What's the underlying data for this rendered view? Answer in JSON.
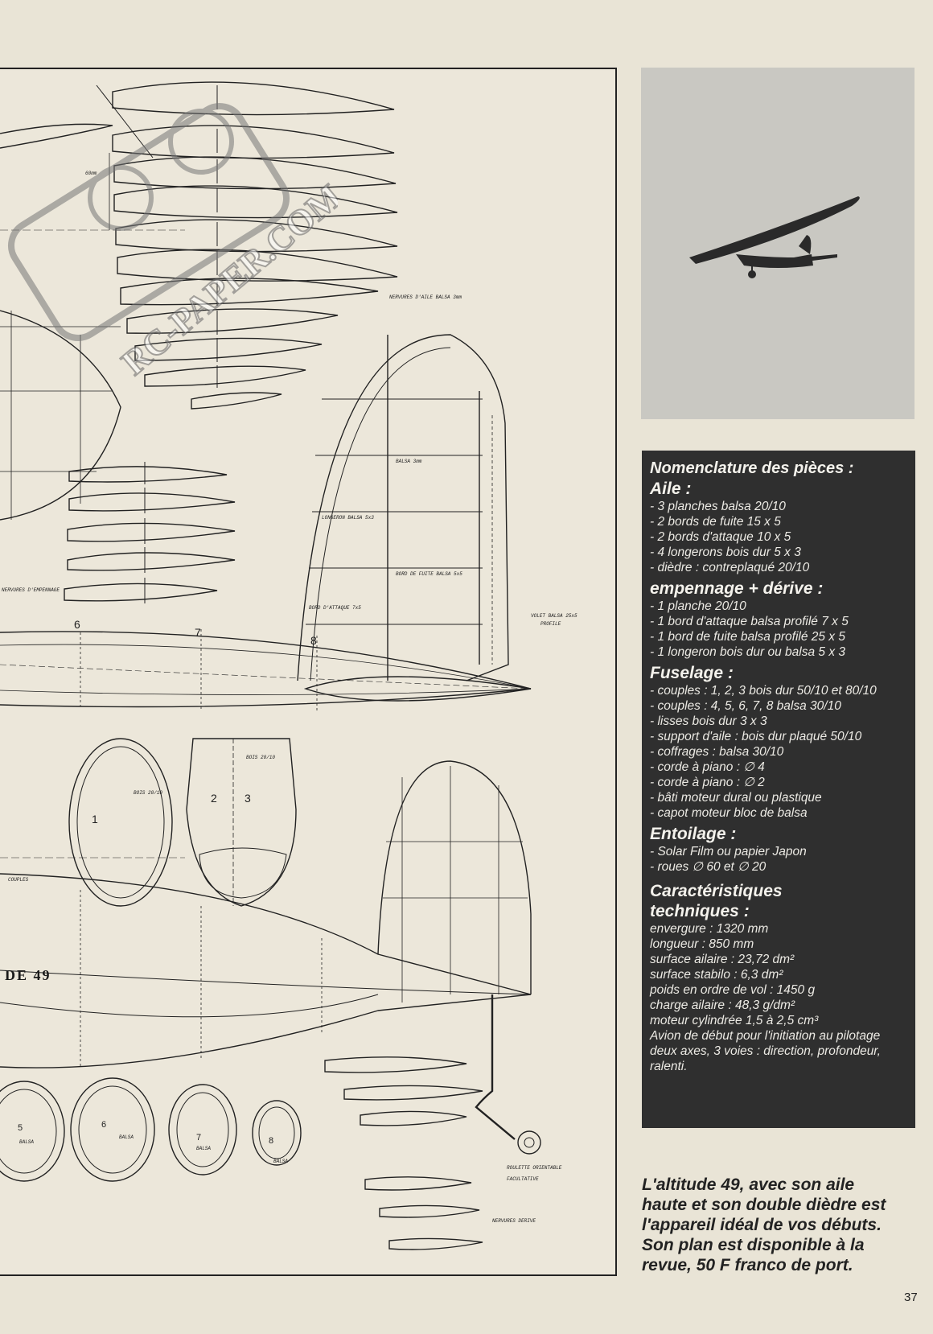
{
  "plan": {
    "labels": {
      "nervures_aile": "NERVURES D'AILE BALSA 3mm",
      "balsa_3mm": "BALSA 3mm",
      "longeron": "LONGERON BALSA 5x3",
      "bord_fuite": "BORD DE FUITE BALSA 5x5",
      "bord_attaque": "BORD D'ATTAQUE 7x5",
      "volet": "VOLET BALSA 25x5",
      "profile": "PROFILE",
      "nervures_empennage": "NERVURES D'EMPENNAGE",
      "couples": "COUPLES",
      "bois_20_10_a": "BOIS 20/10",
      "bois_20_10_b": "BOIS 20/10",
      "balsa": "BALSA",
      "roulette": "ROULETTE ORIENTABLE",
      "facultative": "FACULTATIVE",
      "nervures_derive": "NERVURES DERIVE",
      "dim_60mm": "60mm"
    },
    "numbers": [
      "6",
      "7",
      "8",
      "1",
      "2",
      "3",
      "5",
      "6",
      "7",
      "8"
    ],
    "title_fragment": "DE 49",
    "watermark": "RC-PAPER.COM"
  },
  "specs": {
    "title": "Nomenclature des pièces :",
    "aile": {
      "heading": "Aile :",
      "items": [
        "- 3 planches balsa 20/10",
        "- 2 bords de fuite 15 x 5",
        "- 2 bords d'attaque 10 x 5",
        "- 4 longerons bois dur 5 x 3",
        "- dièdre : contreplaqué 20/10"
      ]
    },
    "empennage": {
      "heading": "empennage + dérive :",
      "items": [
        "- 1 planche 20/10",
        "- 1 bord d'attaque balsa profilé 7 x 5",
        "- 1 bord de fuite balsa profilé 25 x 5",
        "- 1 longeron bois dur ou balsa 5 x 3"
      ]
    },
    "fuselage": {
      "heading": "Fuselage :",
      "items": [
        "- couples : 1, 2, 3 bois dur 50/10 et 80/10",
        "- couples : 4, 5, 6, 7, 8 balsa 30/10",
        "- lisses bois dur 3 x 3",
        "- support d'aile : bois dur plaqué 50/10",
        "- coffrages : balsa 30/10",
        "- corde à piano : ∅ 4",
        "- corde à piano : ∅ 2",
        "- bâti moteur dural ou plastique",
        "- capot moteur bloc de balsa"
      ]
    },
    "entoilage": {
      "heading": "Entoilage :",
      "items": [
        "- Solar Film ou papier Japon",
        "- roues ∅ 60 et ∅ 20"
      ]
    },
    "caracteristiques": {
      "heading_1": "Caractéristiques",
      "heading_2": "techniques :",
      "items": [
        "envergure : 1320 mm",
        "longueur : 850 mm",
        "surface ailaire : 23,72 dm²",
        "surface stabilo : 6,3 dm²",
        "poids en ordre de vol : 1450 g",
        "charge ailaire : 48,3 g/dm²",
        "moteur cylindrée 1,5 à 2,5 cm³",
        "Avion de début pour l'initiation au pilotage deux axes, 3 voies : direction, profondeur, ralenti."
      ]
    }
  },
  "caption": {
    "lines": [
      "L'altitude 49, avec son aile",
      "haute et son double dièdre est",
      "l'appareil idéal de vos débuts.",
      "Son plan est disponible à la",
      "revue, 50 F franco de port."
    ]
  },
  "page_number": "37",
  "colors": {
    "paper": "#e9e4d6",
    "ink": "#1a1a1a",
    "panel": "#2f2f2f",
    "panel_text": "#eceae4",
    "photo_sky": "#c9c8c2"
  }
}
